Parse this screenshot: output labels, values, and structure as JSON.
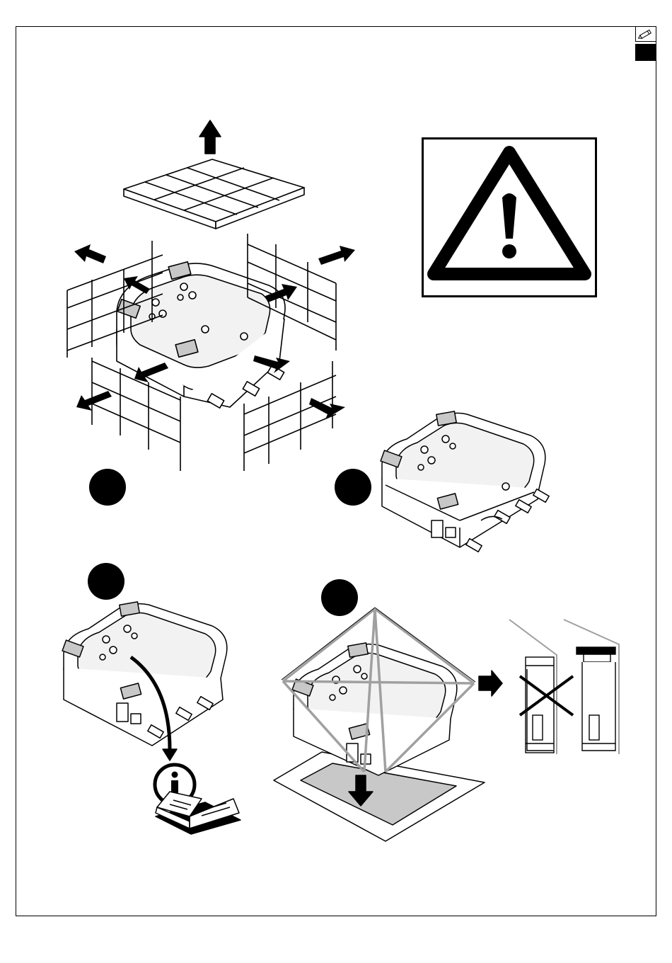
{
  "icons": {
    "pencil": "pencil-icon",
    "warning": "warning-triangle-icon",
    "info": "info-icon",
    "manual": "open-manual-icon",
    "arrow": "arrow-right-icon",
    "cross": "cross-icon"
  },
  "steps": [
    {
      "id": 1,
      "description_icon": "unpacking-crate"
    },
    {
      "id": 2,
      "description_icon": "tub-on-pallet"
    },
    {
      "id": 3,
      "description_icon": "read-manual"
    },
    {
      "id": 4,
      "description_icon": "lift-and-place"
    }
  ],
  "colors": {
    "ink": "#000000",
    "grey_fill": "#c8c8c8",
    "light_grey": "#e6e6e6",
    "strap_grey": "#a0a0a0"
  }
}
